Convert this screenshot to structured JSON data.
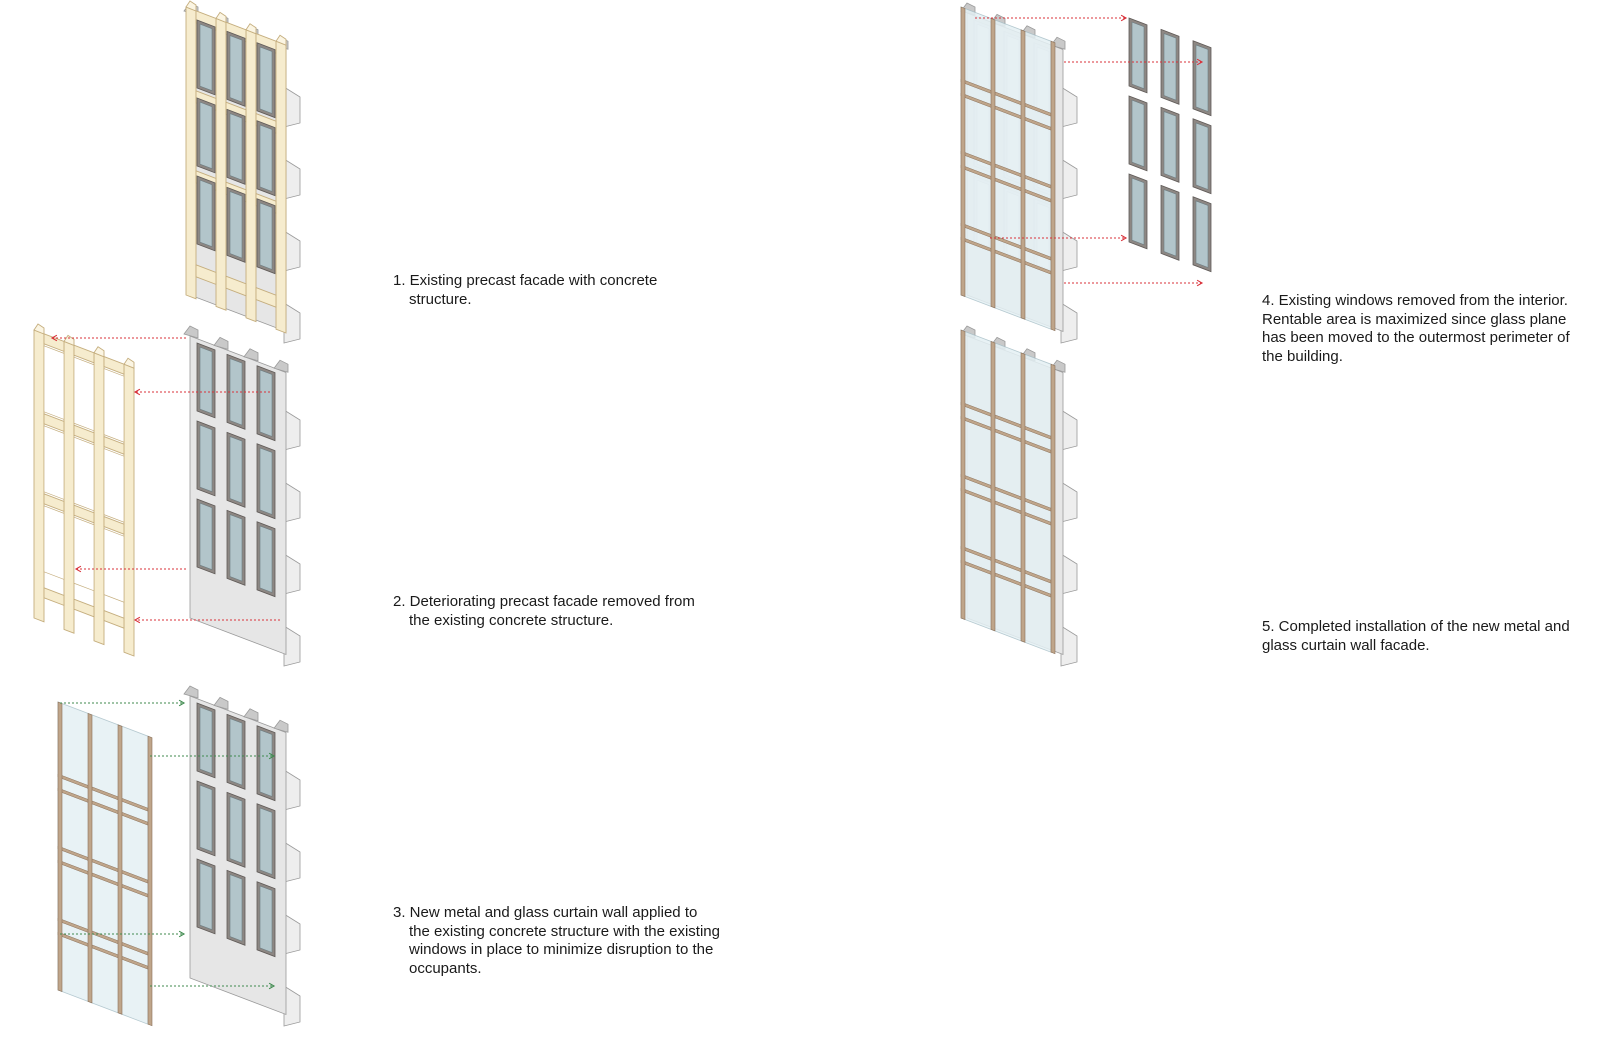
{
  "colors": {
    "precast": "#f6ecce",
    "precast_edge": "#c5ae7e",
    "concrete": "#e6e6e6",
    "concrete_edge": "#9a9a9a",
    "mullion": "#bfa58a",
    "mullion_edge": "#8a715a",
    "window_frame": "#8d8783",
    "glass": "#b2c5ca",
    "new_glass": "#e4f0f4",
    "arrow_red": "#d9313a",
    "arrow_green": "#3f8a4e"
  },
  "steps": [
    {
      "lines": [
        "1. Existing precast facade with concrete",
        "structure."
      ]
    },
    {
      "lines": [
        "2. Deteriorating precast facade removed from",
        "the existing concrete structure."
      ]
    },
    {
      "lines": [
        "3. New metal and glass curtain wall applied to",
        "the existing concrete structure with the existing",
        "windows in place to minimize disruption to the",
        "occupants."
      ]
    },
    {
      "lines": [
        "4. Existing windows removed from the interior.",
        "Rentable area is maximized since glass plane",
        "has been moved to the outermost perimeter of",
        "the building."
      ]
    },
    {
      "lines": [
        "5. Completed installation of the new metal and",
        "glass curtain wall facade."
      ]
    }
  ]
}
